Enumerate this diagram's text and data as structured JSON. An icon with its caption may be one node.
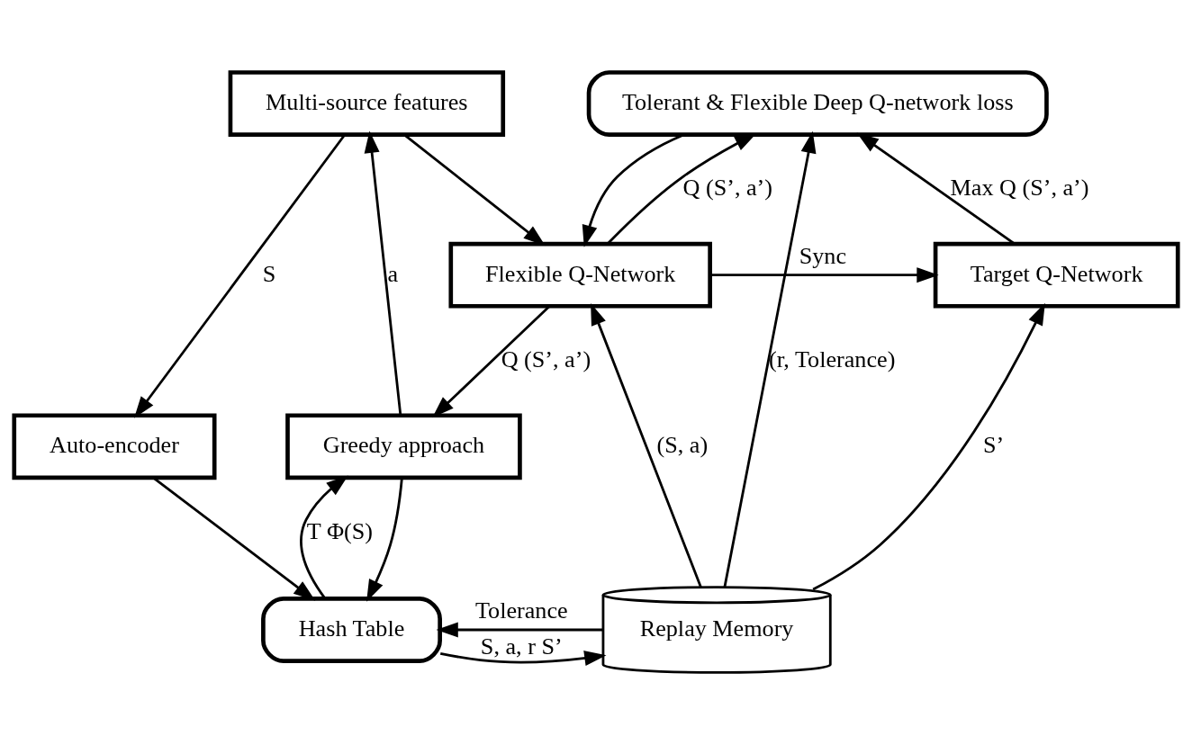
{
  "diagram": {
    "nodes": [
      {
        "text": [
          "Multi-source features"
        ]
      },
      {
        "text": [
          "Tolerant & Flexible Deep Q-network loss"
        ]
      },
      {
        "text": [
          "Flexible Q-Network"
        ]
      },
      {
        "text": [
          "Target Q-Network"
        ]
      },
      {
        "text": [
          "Auto-encoder"
        ]
      },
      {
        "text": [
          "Greedy approach"
        ]
      },
      {
        "text": [
          "Hash Table"
        ]
      },
      {
        "text": [
          "Replay Memory"
        ]
      }
    ],
    "edges": [
      {
        "from": 0,
        "to": 4,
        "arrow": "to",
        "label": "S"
      },
      {
        "from": 0,
        "to": 2,
        "arrow": "to"
      },
      {
        "from": 1,
        "to": 2,
        "arrow": "to"
      },
      {
        "from": 2,
        "to": 1,
        "arrow": "to",
        "label": "Q (S’, a’)"
      },
      {
        "from": 3,
        "to": 1,
        "arrow": "to",
        "label": "Max Q (S’, a’)"
      },
      {
        "from": 2,
        "to": 3,
        "arrow": "to",
        "label": "Sync"
      },
      {
        "from": 2,
        "to": 5,
        "arrow": "to",
        "label": "Q (S’, a’)"
      },
      {
        "from": 7,
        "to": 2,
        "arrow": "to",
        "label": "(S, a)"
      },
      {
        "from": 7,
        "to": 3,
        "arrow": "to",
        "label": "S’"
      },
      {
        "from": 7,
        "to": 1,
        "arrow": "to",
        "label": "(r, Tolerance)"
      },
      {
        "from": 4,
        "to": 6,
        "arrow": "to"
      },
      {
        "from": 5,
        "to": 0,
        "arrow": "to",
        "label": "a"
      },
      {
        "from": 5,
        "to": 6,
        "arrow": "to"
      },
      {
        "from": 6,
        "to": 5,
        "arrow": "to",
        "label": "T Φ(S)"
      },
      {
        "from": 7,
        "to": 6,
        "arrow": "to",
        "label": "Tolerance"
      },
      {
        "from": 6,
        "to": 7,
        "arrow": "to",
        "label": "S, a, r S’"
      }
    ]
  }
}
